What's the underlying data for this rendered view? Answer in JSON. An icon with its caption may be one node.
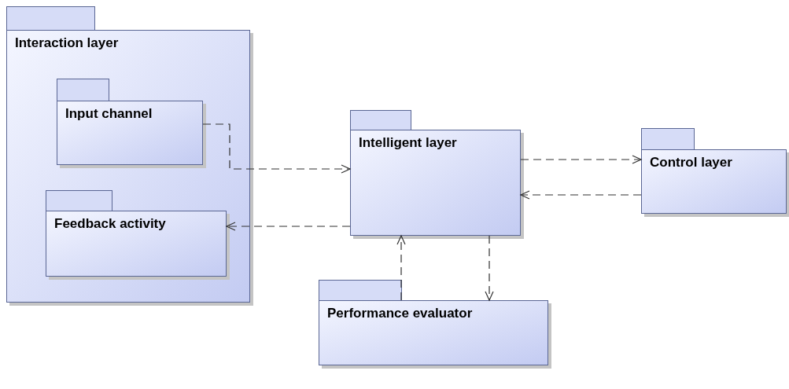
{
  "diagram": {
    "nodes": [
      {
        "text": [
          "Interaction layer"
        ]
      },
      {
        "text": [
          "Input channel"
        ],
        "in": 0
      },
      {
        "text": [
          "Feedback activity"
        ],
        "in": 0
      },
      {
        "text": [
          "Intelligent layer"
        ]
      },
      {
        "text": [
          "Control layer"
        ]
      },
      {
        "text": [
          "Performance evaluator"
        ]
      }
    ],
    "edges": [
      {
        "from": 1,
        "to": 3,
        "arrow": "to",
        "style": "dashed"
      },
      {
        "from": 3,
        "to": 2,
        "arrow": "to",
        "style": "dashed"
      },
      {
        "from": 3,
        "to": 4,
        "arrow": "to",
        "style": "dashed"
      },
      {
        "from": 4,
        "to": 3,
        "arrow": "to",
        "style": "dashed"
      },
      {
        "from": 5,
        "to": 3,
        "arrow": "to",
        "style": "dashed"
      },
      {
        "from": 3,
        "to": 5,
        "arrow": "to",
        "style": "dashed"
      }
    ]
  }
}
